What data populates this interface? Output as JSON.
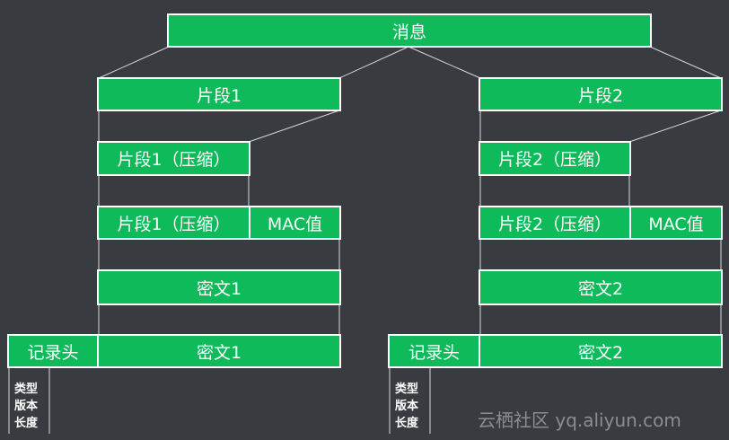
{
  "message": "消息",
  "left": {
    "fragment": "片段1",
    "compressed": "片段1（压缩）",
    "compressed2": "片段1（压缩）",
    "mac": "MAC值",
    "ciphertext": "密文1",
    "record_header": "记录头",
    "record_cipher": "密文1",
    "fields": [
      "类型",
      "版本",
      "长度"
    ]
  },
  "right": {
    "fragment": "片段2",
    "compressed": "片段2（压缩）",
    "compressed2": "片段2（压缩）",
    "mac": "MAC值",
    "ciphertext": "密文2",
    "record_header": "记录头",
    "record_cipher": "密文2",
    "fields": [
      "类型",
      "版本",
      "长度"
    ]
  },
  "watermark": "云栖社区 yq.aliyun.com",
  "colors": {
    "background": "#383b3f",
    "box": "#0fba5a",
    "border": "#ffffff"
  }
}
